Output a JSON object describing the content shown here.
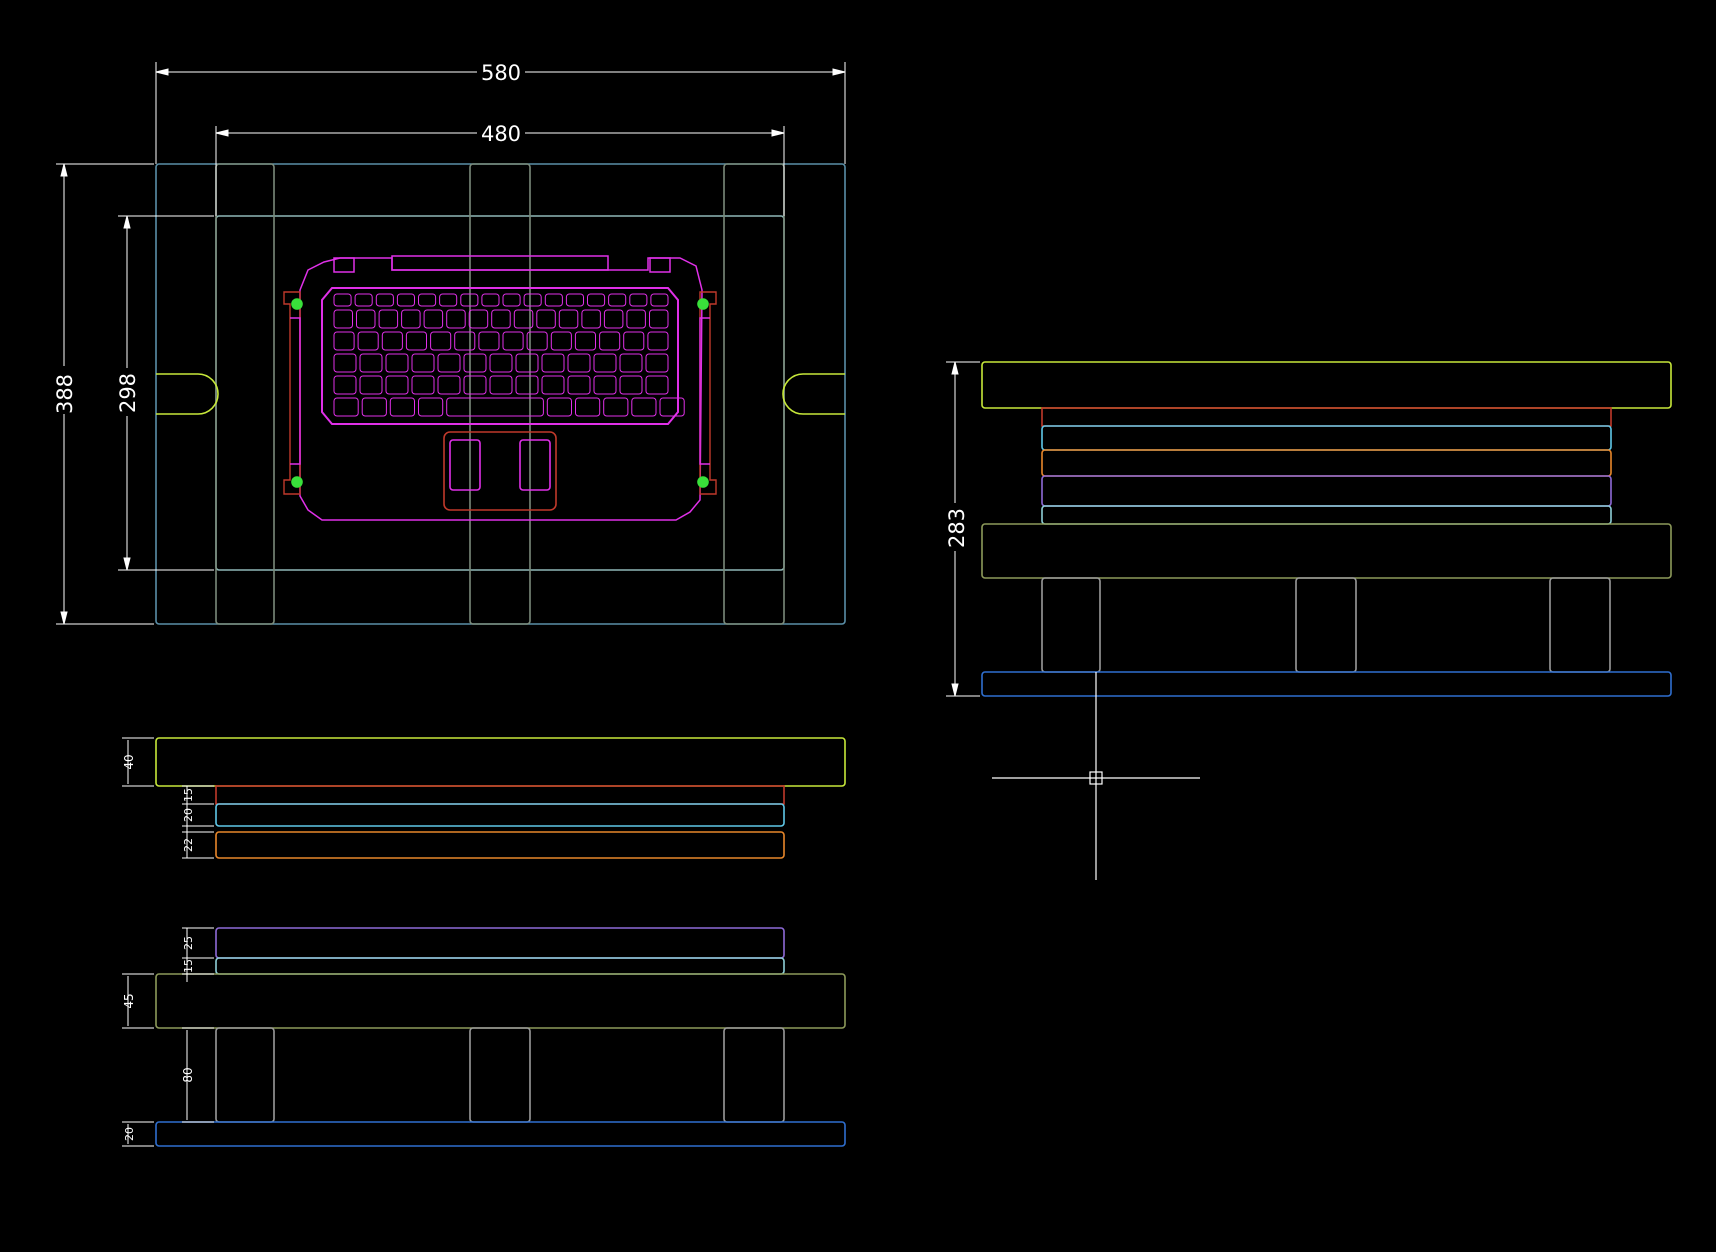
{
  "drawing": {
    "background": "#000000",
    "dimension_color": "#ffffff",
    "top_view": {
      "overall_width": "580",
      "inner_width": "480",
      "overall_height": "388",
      "inner_height": "298"
    },
    "side_view": {
      "total_height": "283"
    },
    "stack_view_upper": {
      "plate1": "40",
      "plate2": "15",
      "plate3": "20",
      "plate4": "22"
    },
    "stack_view_lower": {
      "plate5": "25",
      "plate6": "15",
      "plate7": "45",
      "support": "80",
      "base": "20"
    },
    "plate_colors": {
      "top_clamp": "#c7e83a",
      "red_plate": "#c0392b",
      "cyan_plate": "#5fc8e8",
      "orange_plate": "#e8872a",
      "purple_plate": "#8e6ad8",
      "teal_plate": "#8fd0d8",
      "olive_plate": "#8d9a5a",
      "support_blocks": "#9a9a9a",
      "base_plate": "#2f6fd0",
      "part_outline": "#e030e8",
      "outer_frame": "#5a8fa8"
    }
  }
}
